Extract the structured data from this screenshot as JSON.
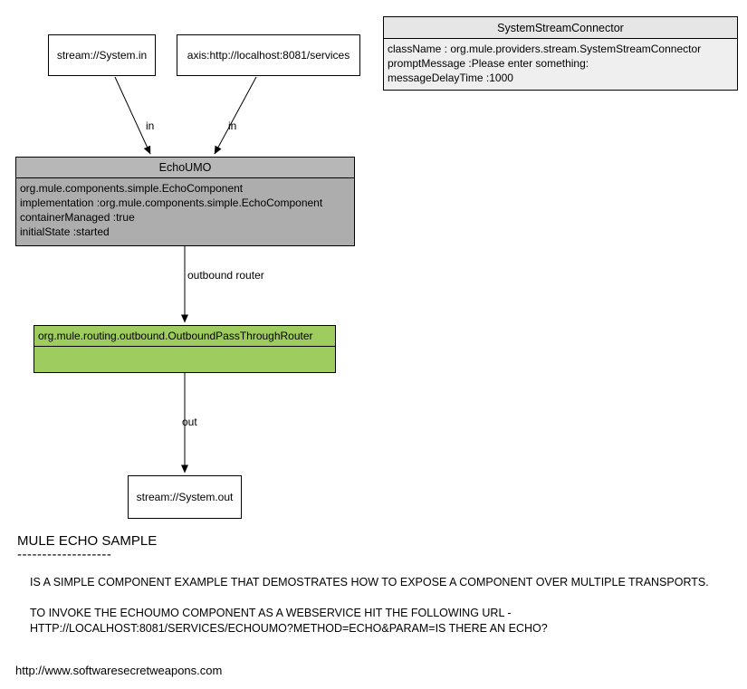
{
  "diagram": {
    "nodes": {
      "stream_in": {
        "label": "stream://System.in"
      },
      "axis": {
        "label": "axis:http://localhost:8081/services"
      },
      "connector": {
        "title": "SystemStreamConnector",
        "lines": [
          "className : org.mule.providers.stream.SystemStreamConnector",
          "promptMessage :Please enter something:",
          "messageDelayTime :1000"
        ]
      },
      "echo": {
        "title": "EchoUMO",
        "lines": [
          "org.mule.components.simple.EchoComponent",
          "implementation :org.mule.components.simple.EchoComponent",
          "containerManaged :true",
          "initialState :started"
        ]
      },
      "router": {
        "label": "org.mule.routing.outbound.OutboundPassThroughRouter"
      },
      "stream_out": {
        "label": "stream://System.out"
      }
    },
    "edges": {
      "in1": {
        "label": "in"
      },
      "in2": {
        "label": "in"
      },
      "outbound": {
        "label": "outbound router"
      },
      "out": {
        "label": "out"
      }
    }
  },
  "notes": {
    "title": "MULE ECHO SAMPLE",
    "underline": "-------------------",
    "para1": "IS A SIMPLE COMPONENT EXAMPLE THAT DEMOSTRATES HOW TO EXPOSE A COMPONENT OVER MULTIPLE TRANSPORTS.",
    "para2_line1": "TO INVOKE THE ECHOUMO COMPONENT AS A WEBSERVICE HIT THE FOLLOWING URL -",
    "para2_line2": "HTTP://LOCALHOST:8081/SERVICES/ECHOUMO?METHOD=ECHO&PARAM=IS THERE AN ECHO?"
  },
  "footer": {
    "url": "http://www.softwaresecretweapons.com"
  },
  "colors": {
    "background": "#ffffff",
    "border": "#000000",
    "router_fill": "#9fcc5e",
    "echo_header_fill": "#b7b7b7",
    "echo_body_fill": "#adadad",
    "connector_header_fill": "#e6e6e6",
    "connector_body_fill": "#efefef"
  }
}
